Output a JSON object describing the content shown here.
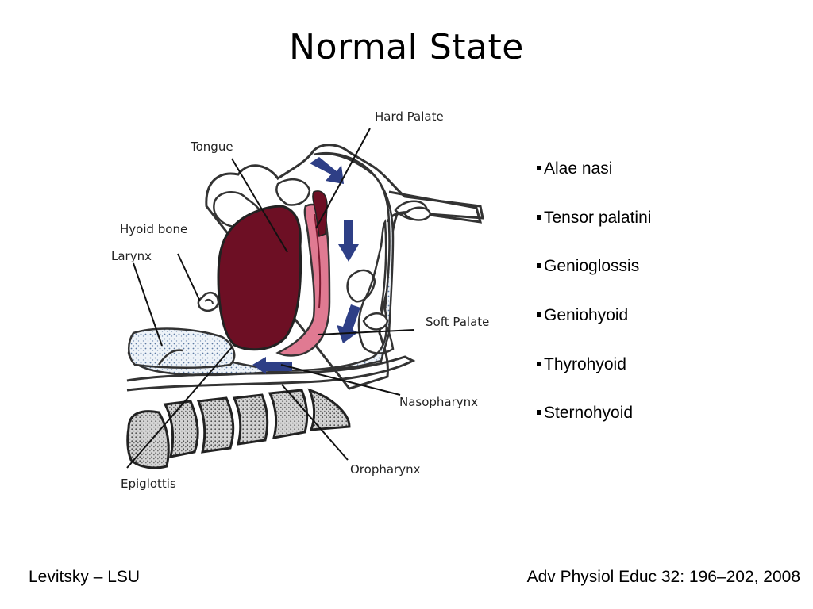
{
  "slide": {
    "title": "Normal State",
    "diagram": {
      "labels": {
        "hard_palate": "Hard Palate",
        "tongue": "Tongue",
        "hyoid_bone": "Hyoid bone",
        "larynx": "Larynx",
        "soft_palate": "Soft Palate",
        "nasopharynx": "Nasopharynx",
        "oropharynx": "Oropharynx",
        "epiglottis": "Epiglottis"
      }
    },
    "muscles": [
      "Alae nasi",
      "Tensor palatini",
      "Genioglossis",
      "Geniohyoid",
      "Thyrohyoid",
      "Sternohyoid"
    ],
    "footer_left": "Levitsky – LSU",
    "footer_right": "Adv Physiol Educ 32: 196–202, 2008"
  },
  "colors": {
    "tongue_fill": "#6d0f24",
    "soft_palate_fill": "#e07a92",
    "arrow_fill": "#2e3f86",
    "stipple_fill": "#c9d6e6"
  }
}
